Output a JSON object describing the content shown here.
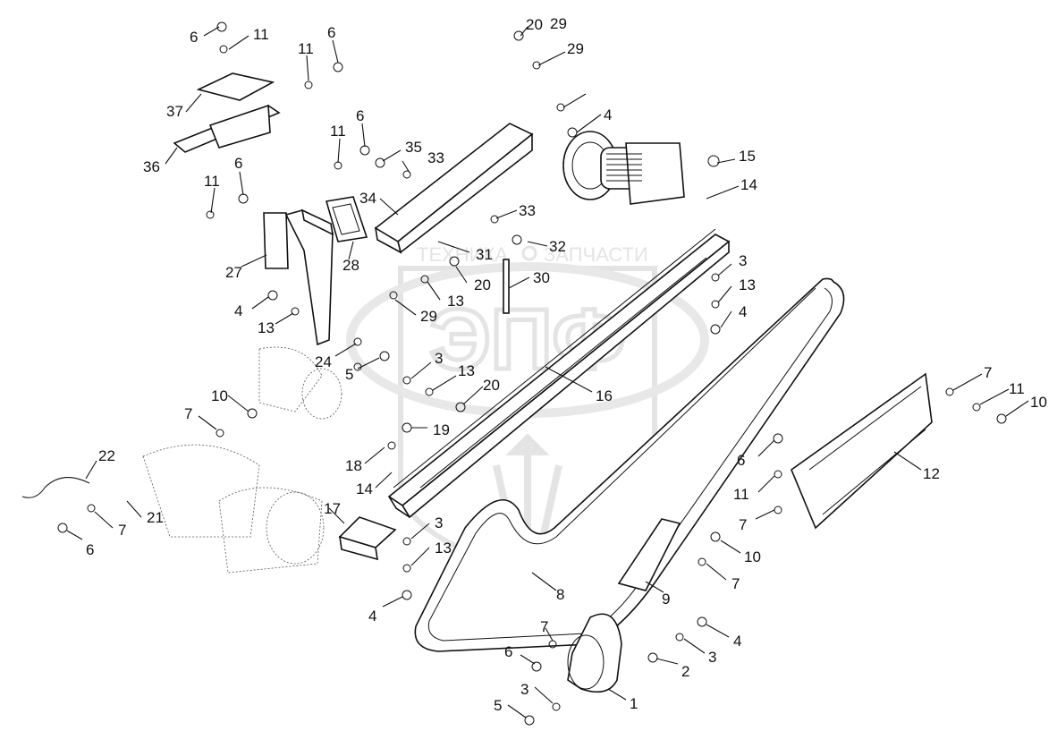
{
  "watermark": {
    "text_left": "ТЕХНИКА",
    "text_right": "ЗАПЧАСТИ",
    "logo_letters": "ЭПФ",
    "color": "#d0d0d0"
  },
  "callouts": [
    {
      "id": "c-6a",
      "text": "6"
    },
    {
      "id": "c-11a",
      "text": "11"
    },
    {
      "id": "c-11b",
      "text": "11"
    },
    {
      "id": "c-6b",
      "text": "6"
    },
    {
      "id": "c-37",
      "text": "37"
    },
    {
      "id": "c-36",
      "text": "36"
    },
    {
      "id": "c-11c",
      "text": "11"
    },
    {
      "id": "c-6c",
      "text": "6"
    },
    {
      "id": "c-35",
      "text": "35"
    },
    {
      "id": "c-33a",
      "text": "33"
    },
    {
      "id": "c-11d",
      "text": "11"
    },
    {
      "id": "c-6d",
      "text": "6"
    },
    {
      "id": "c-34",
      "text": "34"
    },
    {
      "id": "c-27",
      "text": "27"
    },
    {
      "id": "c-28",
      "text": "28"
    },
    {
      "id": "c-33b",
      "text": "33"
    },
    {
      "id": "c-32",
      "text": "32"
    },
    {
      "id": "c-31",
      "text": "31"
    },
    {
      "id": "c-20a",
      "text": "20"
    },
    {
      "id": "c-29a",
      "text": "29"
    },
    {
      "id": "c-29b",
      "text": "29"
    },
    {
      "id": "c-4a",
      "text": "4"
    },
    {
      "id": "c-15",
      "text": "15"
    },
    {
      "id": "c-14a",
      "text": "14"
    },
    {
      "id": "c-30",
      "text": "30"
    },
    {
      "id": "c-20b",
      "text": "20"
    },
    {
      "id": "c-13a",
      "text": "13"
    },
    {
      "id": "c-29c",
      "text": "29"
    },
    {
      "id": "c-4b",
      "text": "4"
    },
    {
      "id": "c-13b",
      "text": "13"
    },
    {
      "id": "c-24",
      "text": "24"
    },
    {
      "id": "c-5a",
      "text": "5"
    },
    {
      "id": "c-3a",
      "text": "3"
    },
    {
      "id": "c-13c",
      "text": "13"
    },
    {
      "id": "c-20c",
      "text": "20"
    },
    {
      "id": "c-3b",
      "text": "3"
    },
    {
      "id": "c-13d",
      "text": "13"
    },
    {
      "id": "c-4c",
      "text": "4"
    },
    {
      "id": "c-16",
      "text": "16"
    },
    {
      "id": "c-10a",
      "text": "10"
    },
    {
      "id": "c-7a",
      "text": "7"
    },
    {
      "id": "c-19",
      "text": "19"
    },
    {
      "id": "c-22",
      "text": "22"
    },
    {
      "id": "c-18",
      "text": "18"
    },
    {
      "id": "c-14b",
      "text": "14"
    },
    {
      "id": "c-21",
      "text": "21"
    },
    {
      "id": "c-7b",
      "text": "7"
    },
    {
      "id": "c-6e",
      "text": "6"
    },
    {
      "id": "c-17",
      "text": "17"
    },
    {
      "id": "c-3c",
      "text": "3"
    },
    {
      "id": "c-13e",
      "text": "13"
    },
    {
      "id": "c-4d",
      "text": "4"
    },
    {
      "id": "c-7c",
      "text": "7"
    },
    {
      "id": "c-11e",
      "text": "11"
    },
    {
      "id": "c-10b",
      "text": "10"
    },
    {
      "id": "c-12",
      "text": "12"
    },
    {
      "id": "c-6f",
      "text": "6"
    },
    {
      "id": "c-11f",
      "text": "11"
    },
    {
      "id": "c-7d",
      "text": "7"
    },
    {
      "id": "c-8",
      "text": "8"
    },
    {
      "id": "c-9",
      "text": "9"
    },
    {
      "id": "c-10c",
      "text": "10"
    },
    {
      "id": "c-7e",
      "text": "7"
    },
    {
      "id": "c-7f",
      "text": "7"
    },
    {
      "id": "c-4e",
      "text": "4"
    },
    {
      "id": "c-6g",
      "text": "6"
    },
    {
      "id": "c-3d",
      "text": "3"
    },
    {
      "id": "c-2",
      "text": "2"
    },
    {
      "id": "c-3e",
      "text": "3"
    },
    {
      "id": "c-5b",
      "text": "5"
    },
    {
      "id": "c-1",
      "text": "1"
    }
  ]
}
